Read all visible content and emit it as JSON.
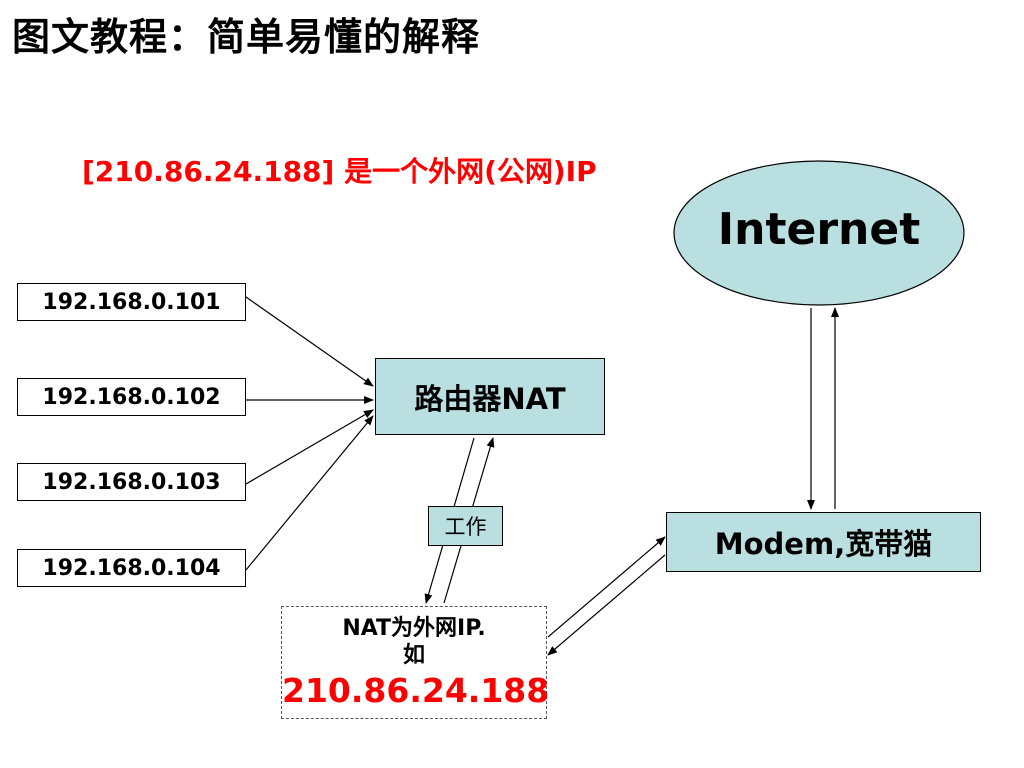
{
  "title": "图文教程：简单易懂的解释",
  "subtitle": "[210.86.24.188] 是一个外网(公网)IP",
  "internet": {
    "label": "Internet"
  },
  "local_ips": [
    "192.168.0.101",
    "192.168.0.102",
    "192.168.0.103",
    "192.168.0.104"
  ],
  "router": {
    "label": "路由器NAT"
  },
  "work": {
    "label": "工作"
  },
  "nat": {
    "line1": "NAT为外网IP.",
    "line2": "如",
    "ip": "210.86.24.188"
  },
  "modem": {
    "label": "Modem,宽带猫"
  },
  "colors": {
    "box_fill": "#b9dfe0",
    "highlight_red": "#ff0000"
  }
}
